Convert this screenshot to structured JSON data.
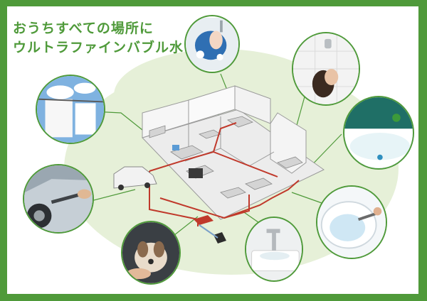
{
  "headline": {
    "line1": "おうちすべての場所に",
    "line2": "ウルトラファインバブル水を。"
  },
  "colors": {
    "frame": "#4f9a3a",
    "blob": "#e6f0d8",
    "pipe": "#c0392b",
    "connector": "#4f9a3a"
  },
  "icons": [
    "dishwashing-icon",
    "shower-icon",
    "bathtub-icon",
    "toilet-icon",
    "washbasin-icon",
    "dog-washing-icon",
    "car-washing-icon",
    "laundry-icon",
    "house-illustration",
    "car-illustration"
  ]
}
